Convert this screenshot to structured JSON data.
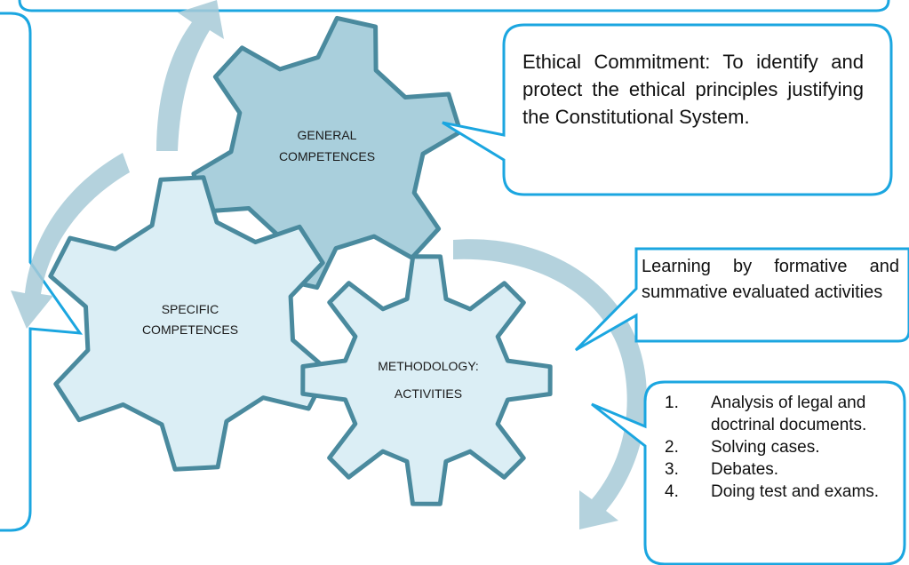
{
  "gears": {
    "general": "GENERAL COMPETENCES",
    "general_line1": "GENERAL",
    "general_line2": "COMPETENCES",
    "specific_line1": "SPECIFIC",
    "specific_line2": "COMPETENCES",
    "methodology_line1": "METHODOLOGY:",
    "methodology_line2": "ACTIVITIES"
  },
  "callouts": {
    "ethical": "Ethical Commitment: To identify and protect the ethical principles justifying the Constitutional System.",
    "learning": "Learning by formative and summative evaluated activities"
  },
  "activities": [
    {
      "num": "1.",
      "text": "Analysis of legal and doctrinal documents."
    },
    {
      "num": "2.",
      "text": "Solving cases."
    },
    {
      "num": "3.",
      "text": "Debates."
    },
    {
      "num": "4.",
      "text": "Doing test and exams."
    }
  ],
  "colors": {
    "gear_general_fill": "#a9cfdc",
    "gear_light_fill": "#dbeef5",
    "gear_stroke": "#4a8a9e",
    "callout_stroke": "#1ba6e0",
    "arrow": "#a7cad7"
  }
}
